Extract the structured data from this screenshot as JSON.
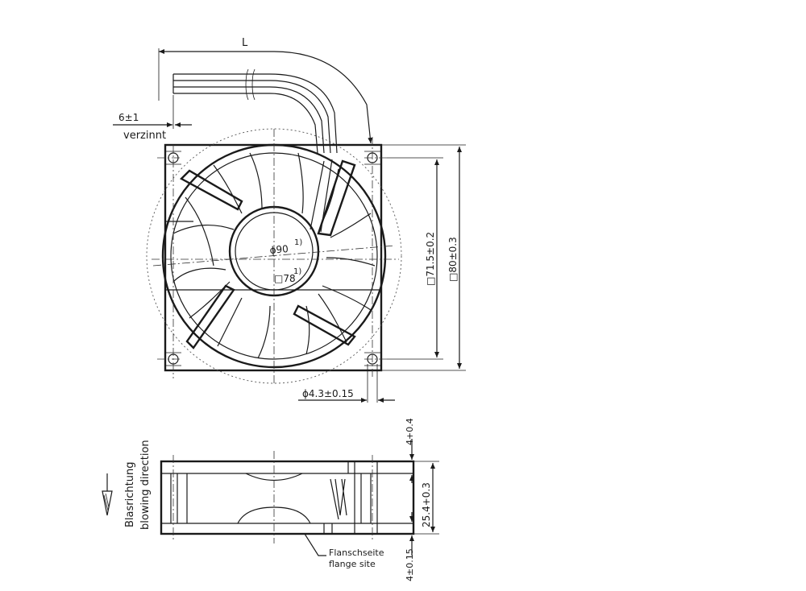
{
  "cable": {
    "length_label": "L",
    "strip_length": "6±1",
    "tinned": "verzinnt"
  },
  "front_view": {
    "hub_diameter": "ϕ90",
    "hub_square": "□78",
    "note_mark": "1)",
    "hole_spacing": "□71.5±0.2",
    "frame_size": "□80±0.3",
    "hole_diameter": "ϕ4.3±0.15"
  },
  "side_view": {
    "depth": "25.4+0.3",
    "top_clearance": "4+0.4",
    "bottom_clearance": "4±0.15",
    "flange_side_de": "Flanschseite",
    "flange_side_en": "flange site",
    "blowing_direction_de": "Blasrichtung",
    "blowing_direction_en": "blowing direction"
  }
}
